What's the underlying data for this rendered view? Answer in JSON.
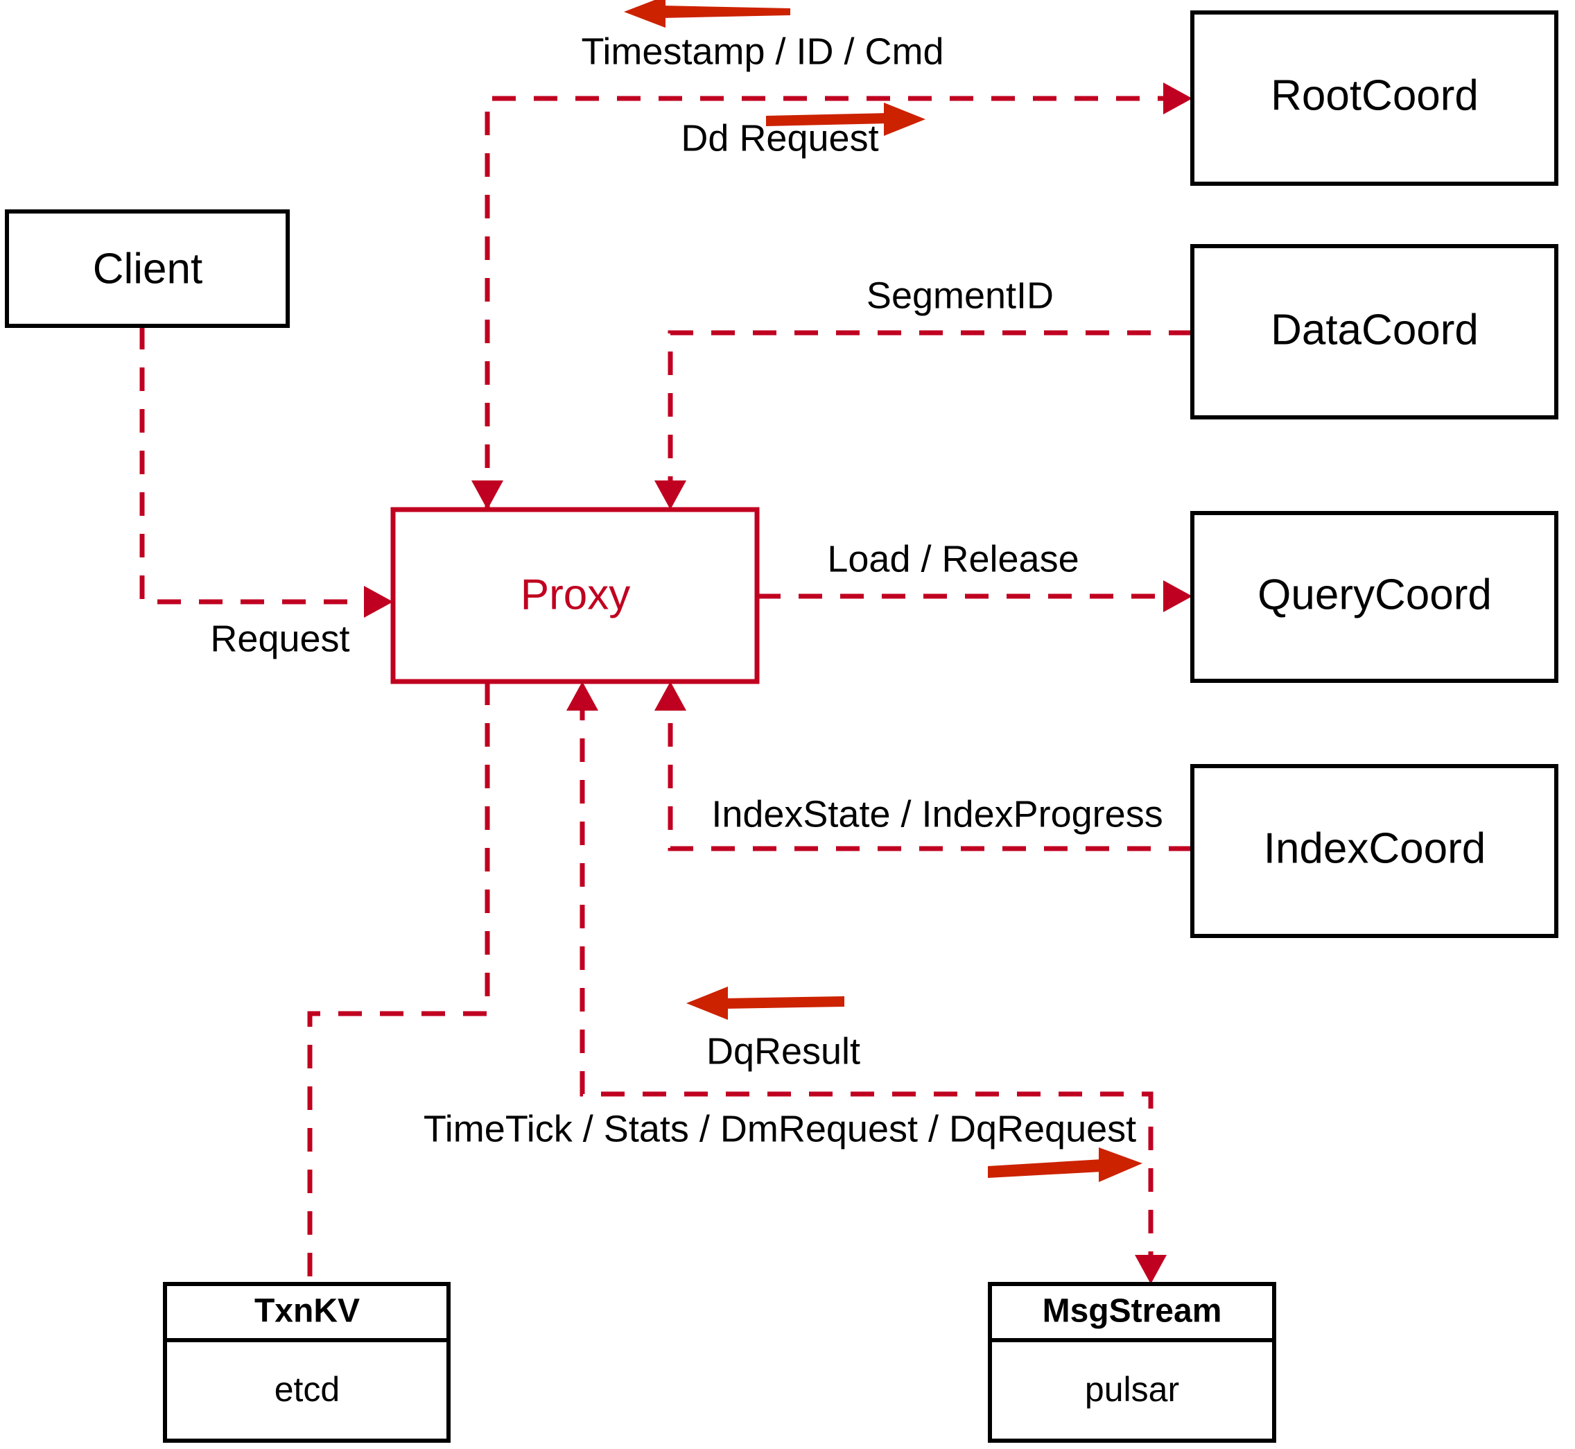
{
  "diagram": {
    "title": "Milvus Proxy interaction diagram",
    "accent_color": "#C00020",
    "arrow_color": "#CC2200",
    "box_color": "#000000",
    "background": "#ffffff"
  },
  "nodes": {
    "client": {
      "label": "Client"
    },
    "proxy": {
      "label": "Proxy"
    },
    "root_coord": {
      "label": "RootCoord"
    },
    "data_coord": {
      "label": "DataCoord"
    },
    "query_coord": {
      "label": "QueryCoord"
    },
    "index_coord": {
      "label": "IndexCoord"
    },
    "txnkv": {
      "title": "TxnKV",
      "impl": "etcd"
    },
    "msgstream": {
      "title": "MsgStream",
      "impl": "pulsar"
    }
  },
  "edge_labels": {
    "timestamp_id_cmd": "Timestamp / ID / Cmd",
    "dd_request": "Dd Request",
    "segment_id": "SegmentID",
    "request": "Request",
    "load_release": "Load / Release",
    "index_state_progress": "IndexState / IndexProgress",
    "dq_result": "DqResult",
    "timetick_stats": "TimeTick / Stats / DmRequest / DqRequest"
  }
}
